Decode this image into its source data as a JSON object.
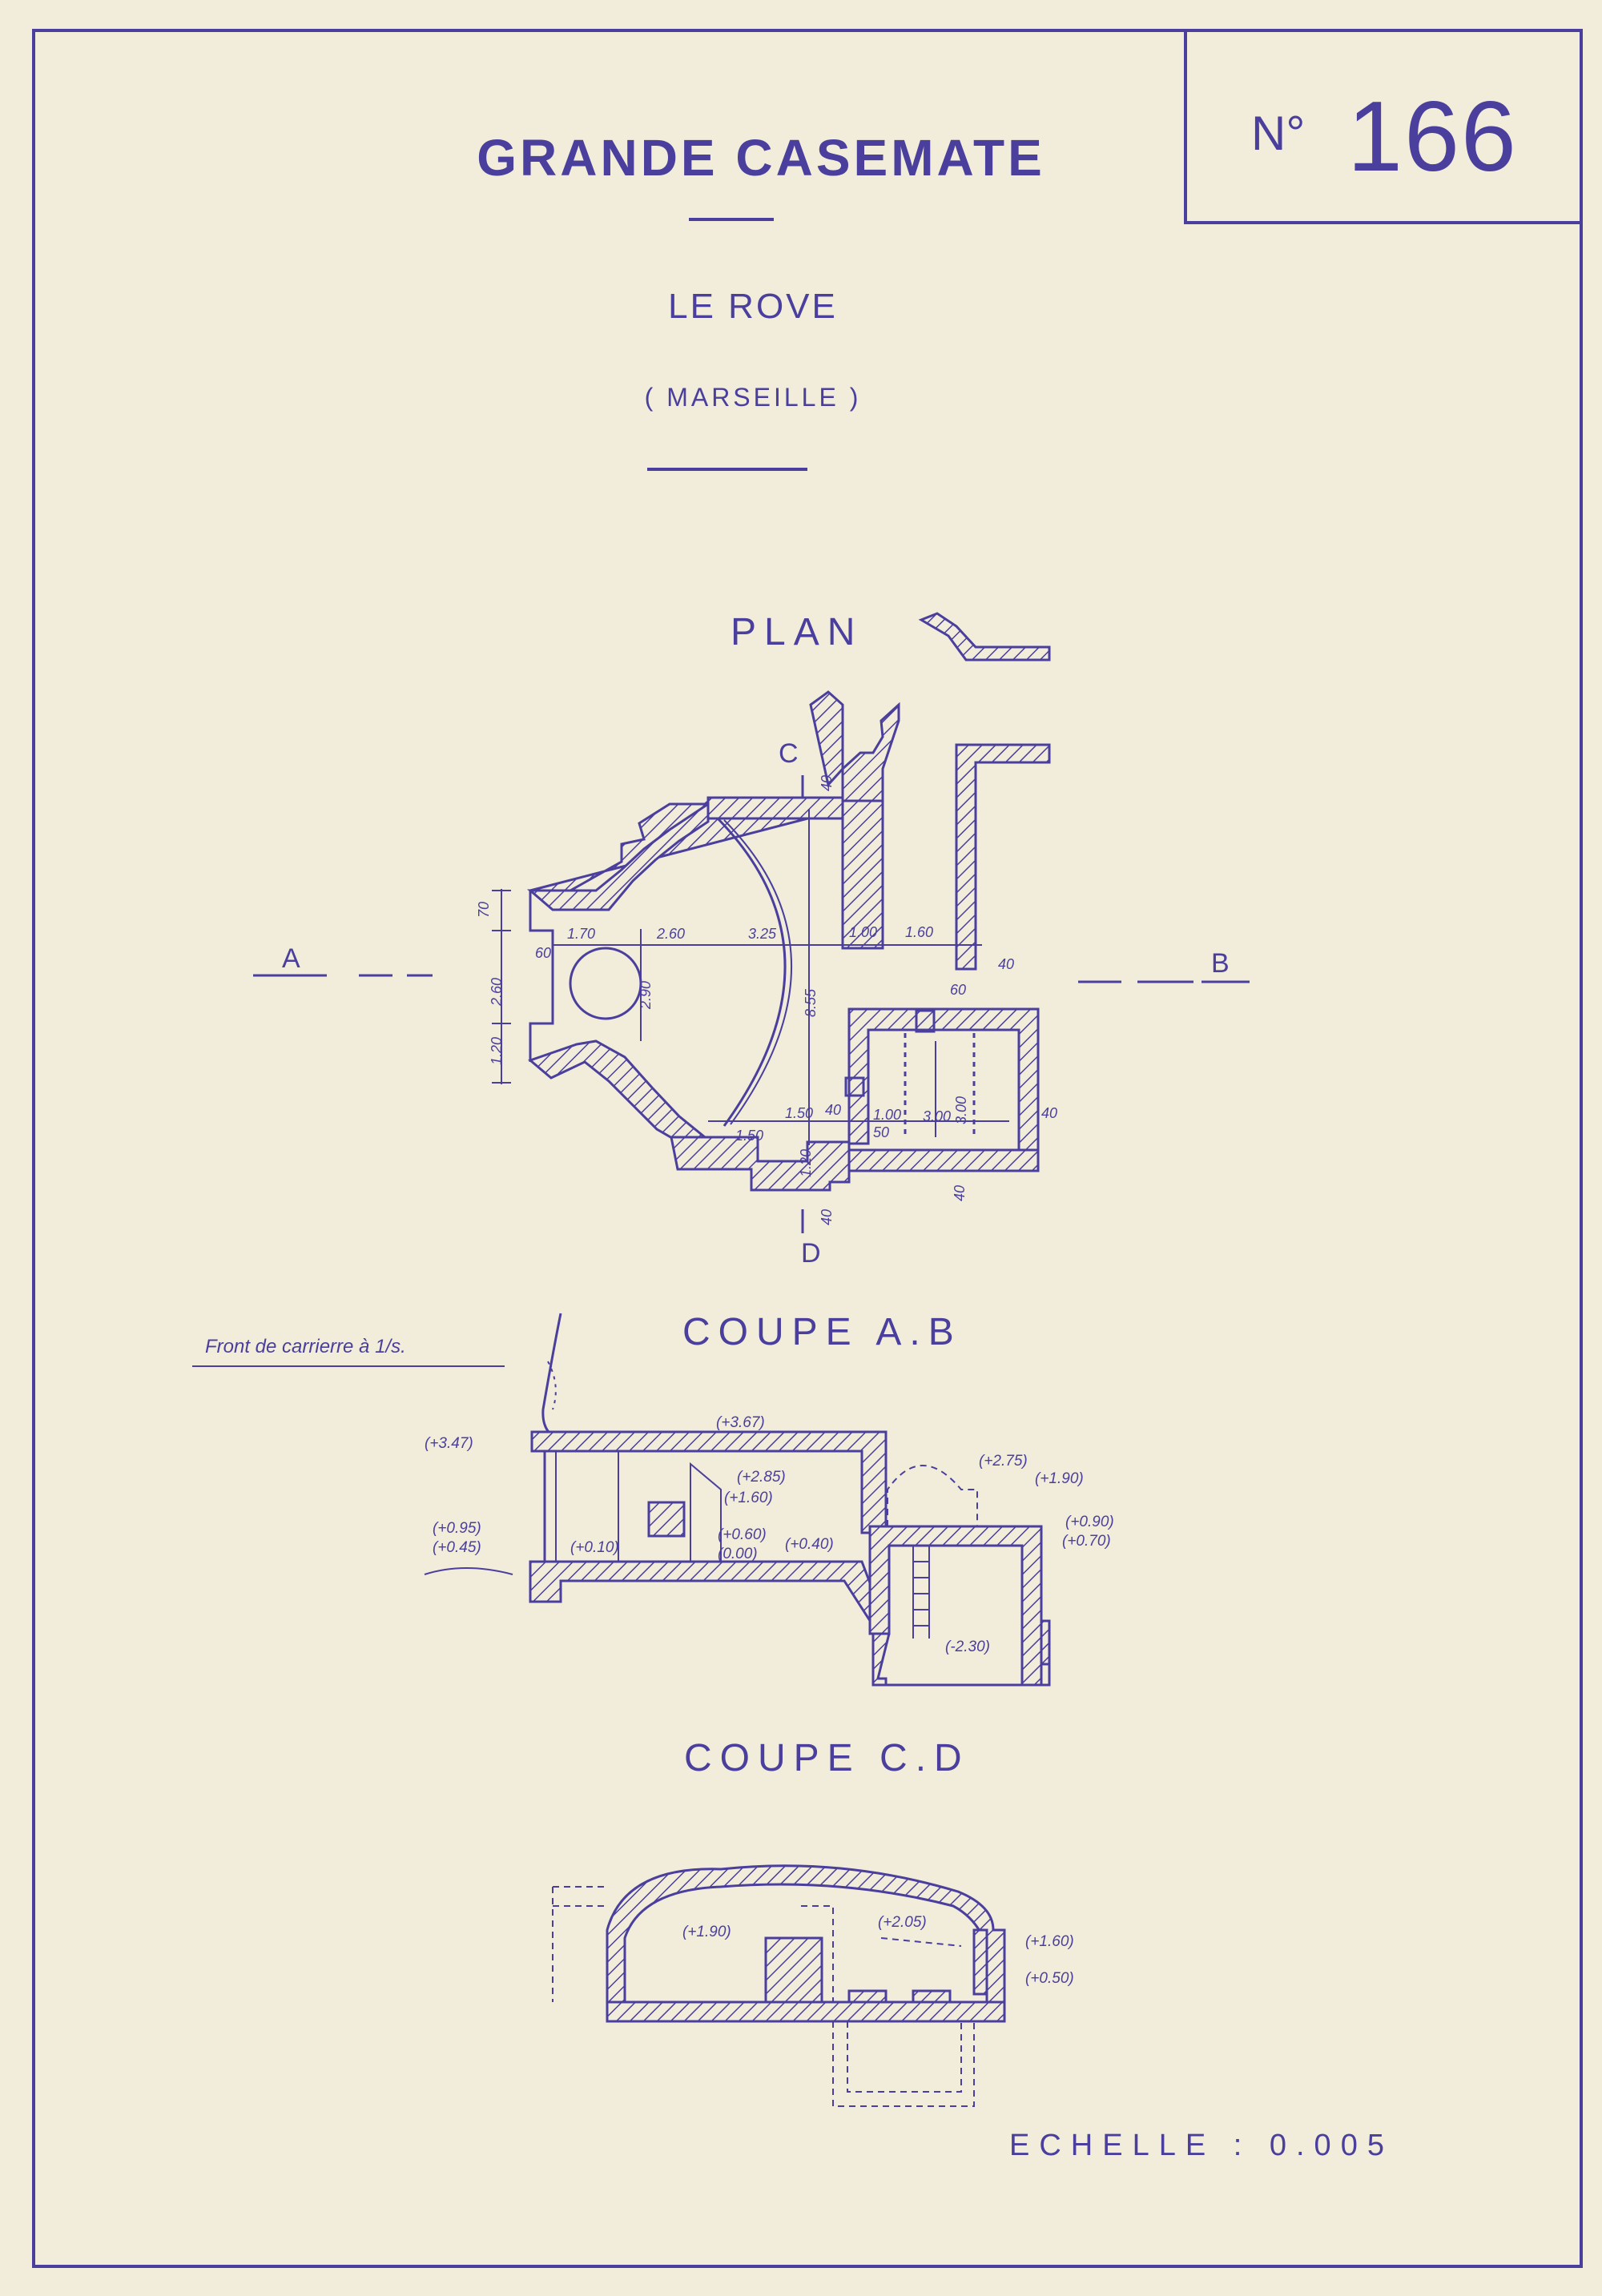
{
  "sheet": {
    "number_label": "N°",
    "number_value": "166",
    "title": "GRANDE CASEMATE",
    "subtitle": "LE ROVE",
    "location": "( MARSEILLE )",
    "scale": "ECHELLE : 0.005"
  },
  "plan": {
    "heading": "PLAN",
    "section_a": "A",
    "section_b": "B",
    "section_c": "C",
    "section_d": "D",
    "dims": {
      "d70": "70",
      "d260v": "2.60",
      "d120": "1.20",
      "d170": "1.70",
      "d260h": "2.60",
      "d325": "3.25",
      "d100": "1.00",
      "d160": "1.60",
      "d60": "60",
      "d290": "2.90",
      "d855": "8.55",
      "d40a": "40",
      "d60b": "60",
      "d150a": "1.50",
      "d150b": "1.50",
      "d40b": "40",
      "d100b": "1.00",
      "d300": "3.00",
      "d300b": "3.00",
      "d40c": "40",
      "d50": "50",
      "d40d": "40",
      "d40e": "40",
      "d120b": "1.20",
      "d40f": "40"
    }
  },
  "coupe_ab": {
    "heading": "COUPE A.B",
    "quarry_note": "Front de carrierre à 1/s.",
    "levels": {
      "l347": "(+3.47)",
      "l367": "(+3.67)",
      "l285": "(+2.85)",
      "l160": "(+1.60)",
      "l095": "(+0.95)",
      "l045": "(+0.45)",
      "l010": "(+0.10)",
      "l060": "(+0.60)",
      "l000": "(0.00)",
      "l040": "(+0.40)",
      "l275": "(+2.75)",
      "l190": "(+1.90)",
      "l090": "(+0.90)",
      "l070": "(+0.70)",
      "lm230": "(-2.30)"
    }
  },
  "coupe_cd": {
    "heading": "COUPE C.D",
    "levels": {
      "l190": "(+1.90)",
      "l205": "(+2.05)",
      "l160": "(+1.60)",
      "l050": "(+0.50)"
    }
  }
}
